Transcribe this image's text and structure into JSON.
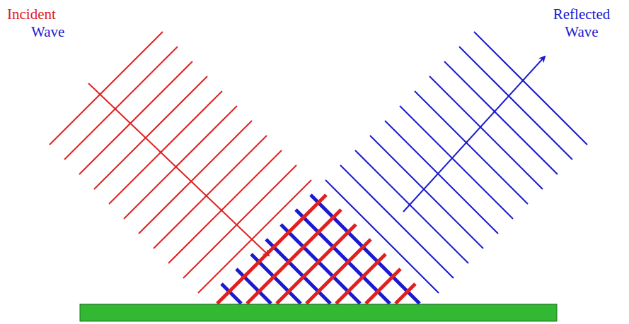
{
  "diagram": {
    "labels": [
      "Incident",
      "Wave",
      "Reflected Wave"
    ]
  }
}
